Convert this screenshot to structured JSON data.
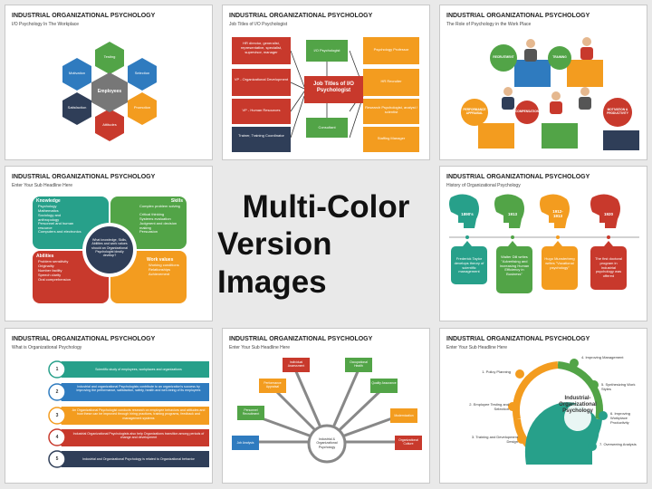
{
  "center": {
    "line1": "Multi-Color",
    "line2": "Version Images"
  },
  "slides": [
    {
      "title": "INDUSTRIAL ORGANIZATIONAL PSYCHOLOGY",
      "subtitle": "I/O Psychology In The Workplace",
      "hub": "Employees",
      "hexes": [
        "Testing",
        "Selection",
        "Promotion",
        "Attitudes",
        "Satisfaction",
        "Motivation"
      ],
      "colors": {
        "green": "#52a447",
        "blue": "#2f7bbf",
        "orange": "#f39c1f",
        "red": "#c8392c",
        "navy": "#2f3e58",
        "teal": "#27a08a",
        "gray": "#777777"
      }
    },
    {
      "title": "INDUSTRIAL ORGANIZATIONAL PSYCHOLOGY",
      "subtitle": "Job Titles of I/O Psychologist",
      "hub": "Job Titles of I/O Psychologist",
      "left": [
        "HR director, generalist, representative, specialist, supervisor, manager",
        "VP - Organizational Development",
        "VP - Human Resources",
        "Trainer, Training Coordinator"
      ],
      "middle": [
        "I/O Psychologist",
        "Consultant"
      ],
      "right": [
        "Psychology Professor",
        "HR Recruiter",
        "Research Psychologist, analyst / scientist",
        "Staffing Manager"
      ]
    },
    {
      "title": "INDUSTRIAL ORGANIZATIONAL PSYCHOLOGY",
      "subtitle": "The Role of Psychology in the Work Place",
      "circles": [
        "RECRUITMENT",
        "TRAINING",
        "PERFORMANCE APPRAISAL",
        "COMPENSATION",
        "MOTIVATION & PRODUCTIVITY"
      ]
    },
    {
      "title": "INDUSTRIAL ORGANIZATIONAL PSYCHOLOGY",
      "subtitle": "Enter Your Sub Headline Here",
      "center": "What knowledge, Skills, Abilities and work values should an Organizational Psychologist ideally develop?",
      "knowledge": {
        "head": "Knowledge",
        "items": [
          "Psychology",
          "Mathematics",
          "Sociology and anthropology",
          "Personnel and human resource",
          "Computers and electronics"
        ]
      },
      "skills": {
        "head": "Skills",
        "items": [
          "Complex problem solving",
          "Critical thinking",
          "Systems evaluation",
          "Judgment and decision making",
          "Persuasion"
        ]
      },
      "abilities": {
        "head": "Abilities",
        "items": [
          "Problem sensitivity",
          "Originality",
          "Number facility",
          "Speech clarity",
          "Oral comprehension"
        ]
      },
      "values": {
        "head": "Work values",
        "items": [
          "Working conditions",
          "Relationships",
          "Achievement"
        ]
      }
    },
    {
      "title": "INDUSTRIAL ORGANIZATIONAL PSYCHOLOGY",
      "subtitle": "History of Organizational Psychology",
      "years": [
        "1890's",
        "1913",
        "1912-1913",
        "1920"
      ],
      "notes": [
        "Frederick Taylor develops theory of scientific management",
        "Walter Dill writes \"Advertising and Increasing Human Efficiency in Business\"",
        "Hugo Munsterberg writes \"Vocational psychology\"",
        "The first doctoral program in industrial psychology was offered"
      ]
    },
    {
      "title": "INDUSTRIAL ORGANIZATIONAL PSYCHOLOGY",
      "subtitle": "What is Organizational Psychology",
      "numbers": [
        "1",
        "2",
        "3",
        "4",
        "5"
      ],
      "rows": [
        "Scientific study of employees, workplaces and organizations",
        "Industrial and organizational Psychologists contribute to an organization's success by improving the performance, satisfaction, safety, health and well-being of its employees",
        "An Organizational Psychologist conducts research on employee behaviors and attitudes and how these can be improved through hiring practices, training programs, feedback and management systems",
        "Industrial Organizational Psychologists also help Organizations transition among periods of change and development",
        "Industrial and Organizational Psychology is related to Organizational behavior"
      ]
    },
    {
      "title": "INDUSTRIAL ORGANIZATIONAL PSYCHOLOGY",
      "subtitle": "Enter Your Sub Headline Here",
      "hub": "Industrial & Organizational Psychology",
      "nodes": [
        "Individual Assessment",
        "Occupational Health",
        "Performance Appraisal",
        "Quality Assurance",
        "Personnel Recruitment",
        "Modernization",
        "Job Analysis",
        "Organizational Culture"
      ]
    },
    {
      "title": "INDUSTRIAL ORGANIZATIONAL PSYCHOLOGY",
      "subtitle": "Enter Your Sub Headline Here",
      "hub": "Industrial-Organizational Psychology",
      "items": [
        "1. Policy Planning",
        "2. Employee Testing and Selection",
        "3. Training and Development Design",
        "4. Improving Management",
        "5. Synthesizing Work Styles",
        "6. Improving Workplace Productivity",
        "7. Overseeing Analysis"
      ]
    }
  ]
}
